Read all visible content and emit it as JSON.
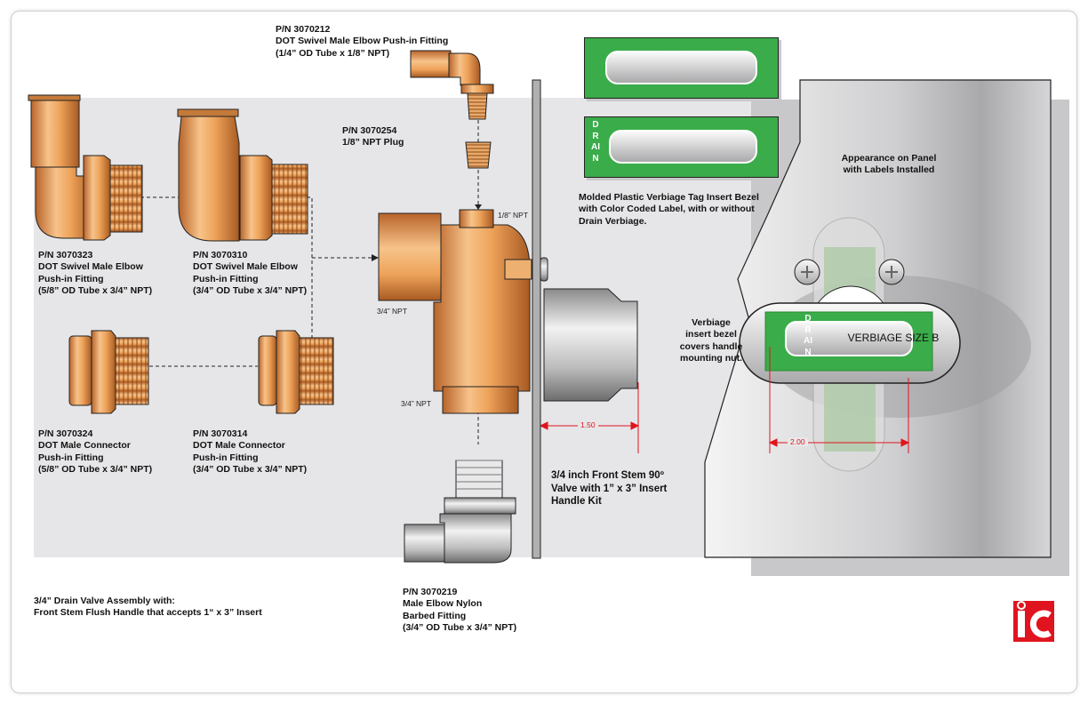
{
  "parts": [
    {
      "pn": "P/N 3070212",
      "name": "DOT Swivel Male Elbow Push-in Fitting",
      "spec": "(1/4” OD Tube x 1/8” NPT)"
    },
    {
      "pn": "P/N 3070254",
      "name": "1/8” NPT Plug"
    },
    {
      "pn": "P/N 3070323",
      "name": "DOT Swivel Male Elbow",
      "name2": "Push-in Fitting",
      "spec": "(5/8” OD Tube x 3/4” NPT)"
    },
    {
      "pn": "P/N 3070310",
      "name": "DOT Swivel Male Elbow",
      "name2": "Push-in Fitting",
      "spec": "(3/4” OD Tube x 3/4” NPT)"
    },
    {
      "pn": "P/N 3070324",
      "name": "DOT Male Connector",
      "name2": "Push-in Fitting",
      "spec": "(5/8” OD Tube x 3/4” NPT)"
    },
    {
      "pn": "P/N 3070314",
      "name": "DOT Male Connector",
      "name2": "Push-in Fitting",
      "spec": "(3/4” OD Tube x 3/4” NPT)"
    },
    {
      "pn": "P/N 3070219",
      "name": "Male Elbow Nylon",
      "name2": "Barbed Fitting",
      "spec": "(3/4” OD Tube x 3/4” NPT)"
    }
  ],
  "ports": {
    "top": "1/8” NPT",
    "side": "3/4” NPT",
    "bottom": "3/4” NPT"
  },
  "bezel": {
    "l1": "Molded Plastic Verbiage Tag Insert Bezel",
    "l2": "with Color Coded Label, with or without",
    "l3": "Drain Verbiage.",
    "drain": "DRAIN"
  },
  "panel": {
    "l1": "Appearance on Panel",
    "l2": "with Labels Installed",
    "verbiage": "VERBIAGE SIZE B"
  },
  "note": {
    "l1": "Verbiage",
    "l2": "insert bezel",
    "l3": "covers handle",
    "l4": "mounting nut."
  },
  "valve": {
    "l1": "3/4 inch Front Stem 90º",
    "l2": "Valve with 1” x 3” Insert",
    "l3": "Handle Kit"
  },
  "dims": {
    "stem": "1.50",
    "bezel": "2.00"
  },
  "assembly": {
    "l1": "3/4” Drain Valve Assembly with:",
    "l2": "Front Stem Flush Handle that accepts 1“ x 3” Insert"
  },
  "logo": "ic",
  "colors": {
    "brass": "#e89a4a",
    "green": "#3aac4a",
    "red": "#e0141e",
    "panel": "#d9d9db",
    "band": "#e6e6e8"
  }
}
